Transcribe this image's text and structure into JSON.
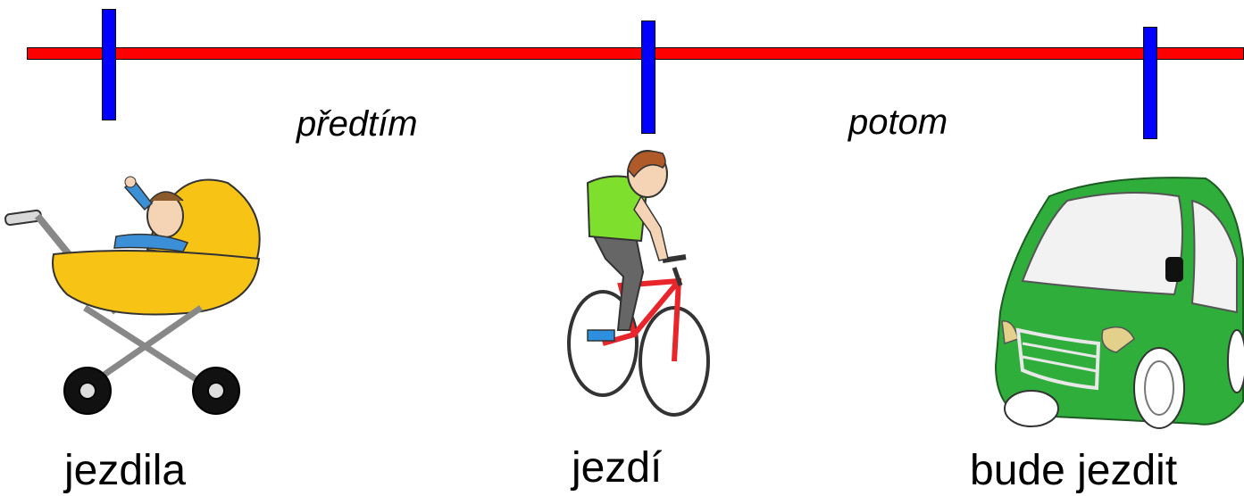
{
  "colors": {
    "timeline": "#ff0000",
    "tick": "#0000ff",
    "pram": "#f7c315",
    "shirt": "#7ee02c",
    "bike": "#e8252a",
    "car": "#2fae3c"
  },
  "timeline": {
    "before_label": "předtím",
    "after_label": "potom"
  },
  "captions": {
    "past": "jezdila",
    "present": "jezdí",
    "future": "bude jezdit"
  },
  "icons": [
    "baby-pram-icon",
    "cyclist-icon",
    "green-car-icon"
  ]
}
